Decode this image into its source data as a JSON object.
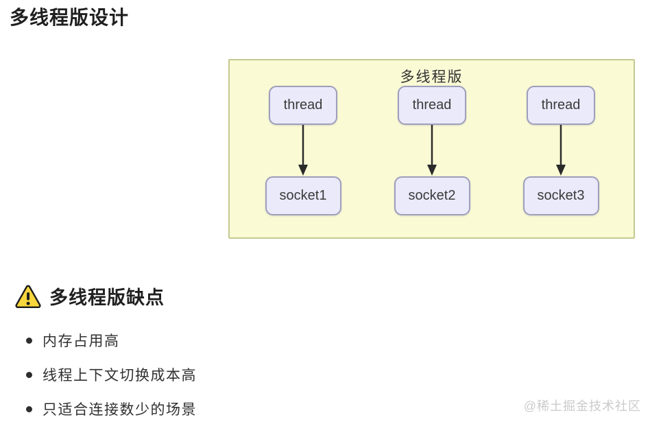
{
  "page": {
    "title": "多线程版设计"
  },
  "diagram": {
    "title": "多线程版",
    "panel_bg": "#fafad5",
    "panel_border": "#c3c98f",
    "node_bg": "#eaeafb",
    "node_border": "#9e9ebc",
    "arrow_color": "#2b2b2b",
    "columns": [
      {
        "thread": "thread",
        "socket": "socket1"
      },
      {
        "thread": "thread",
        "socket": "socket2"
      },
      {
        "thread": "thread",
        "socket": "socket3"
      }
    ]
  },
  "cons": {
    "heading": "多线程版缺点",
    "icon": "warning-triangle-icon",
    "icon_color": "#f7d63d",
    "items": [
      "内存占用高",
      "线程上下文切换成本高",
      "只适合连接数少的场景"
    ]
  },
  "watermark": "@稀土掘金技术社区"
}
